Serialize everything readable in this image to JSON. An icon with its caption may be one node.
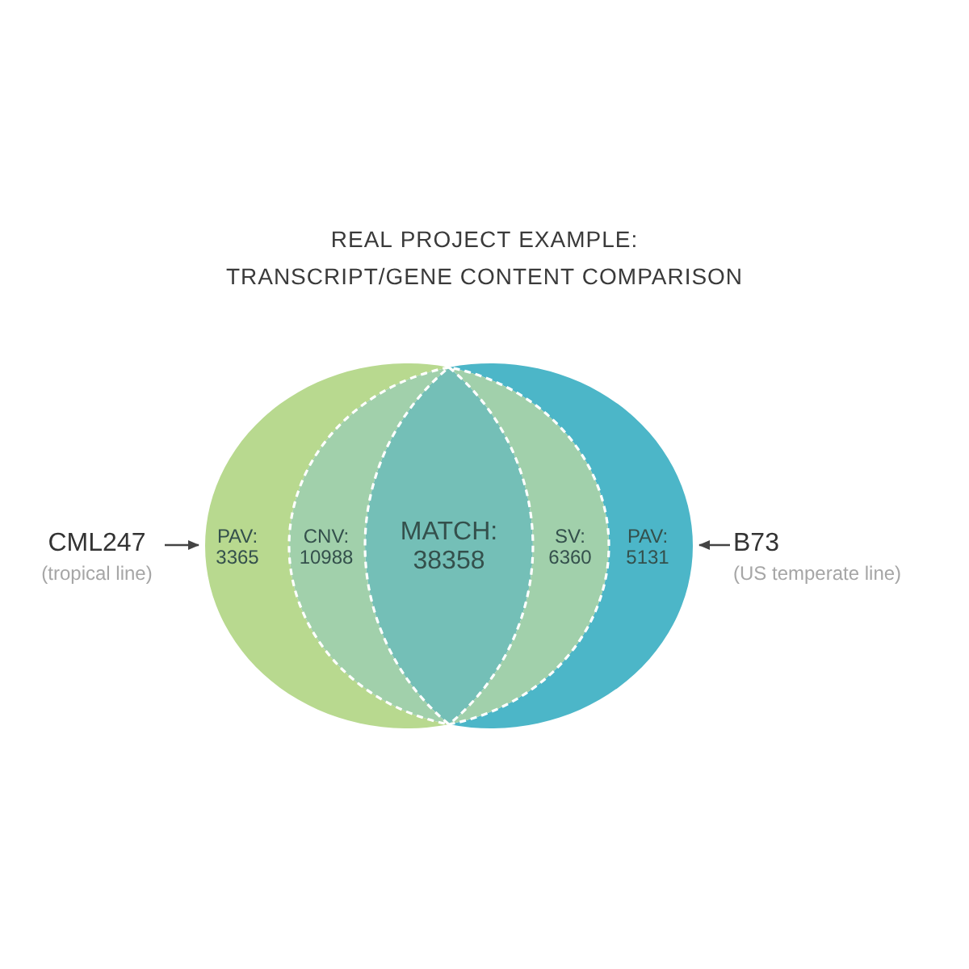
{
  "diagram": {
    "title": "REAL PROJECT EXAMPLE: TRANSCRIPT/GENE CONTENT COMPARISON",
    "nodes": [
      {
        "text": [
          "CML247",
          "(tropical line)"
        ]
      },
      {
        "text": [
          "PAV: 3365"
        ]
      },
      {
        "text": [
          "CNV: 10988"
        ]
      },
      {
        "text": [
          "MATCH: 38358"
        ]
      },
      {
        "text": [
          "SV: 6360"
        ]
      },
      {
        "text": [
          "PAV: 5131"
        ]
      },
      {
        "text": [
          "B73",
          "(US temperate line)"
        ]
      }
    ],
    "edges": [
      {
        "from": 0,
        "to": 1,
        "arrow": "to"
      },
      {
        "from": 6,
        "to": 5,
        "arrow": "to"
      }
    ]
  }
}
